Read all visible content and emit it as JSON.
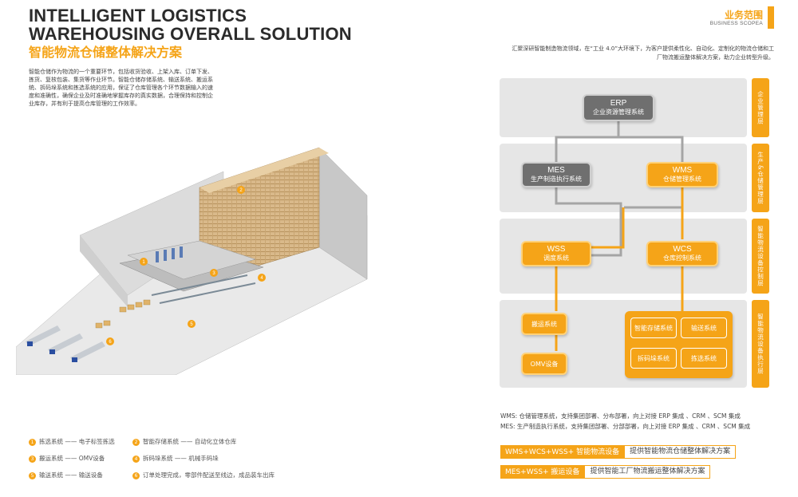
{
  "left": {
    "title_en_line1": "INTELLIGENT LOGISTICS",
    "title_en_line2": "WAREHOUSING OVERALL SOLUTION",
    "title_cn": "智能物流仓储整体解决方案",
    "intro": "智能仓储作为物流的一个重要环节，包括收货验收、上架入库、订单下发、拣货、复核包装、集货等作业环节。智能仓储存储系统、输送系统、搬运系统、拆码垛系统和拣选系统的应用，保证了仓库管理各个环节数据输入的速度和准确性，确保企业及时准确地掌握库存的真实数据，合理保持和控制企业库存，并有利于提高仓库管理的工作效率。",
    "legend": [
      {
        "num": "1",
        "label": "拣选系统 —— 电子标签拣选"
      },
      {
        "num": "2",
        "label": "智能存储系统 —— 自动化立体仓库"
      },
      {
        "num": "3",
        "label": "搬运系统 —— OMV设备"
      },
      {
        "num": "4",
        "label": "拆码垛系统 —— 机械手码垛"
      },
      {
        "num": "5",
        "label": "输送系统 —— 输送设备"
      },
      {
        "num": "6",
        "label": "订单处理完成，零部件配送至线边，成品装车出库"
      }
    ]
  },
  "right": {
    "scope_title": "业务范围",
    "scope_sub": "BUSINESS SCOPEA",
    "scope_text": "汇聚深研智能制造物流领域，在“工业 4.0”大环境下，为客户提供柔性化、自动化、定制化的物流仓储和工厂物流搬运整体解决方案，助力企业转型升级。",
    "layers": [
      "企业管理层",
      "生产&仓储管理层",
      "智能物流设备控制层",
      "智能物流设备执行层"
    ],
    "nodes": {
      "erp": {
        "name": "ERP",
        "desc": "企业资源管理系统"
      },
      "mes": {
        "name": "MES",
        "desc": "生产制造执行系统"
      },
      "wms": {
        "name": "WMS",
        "desc": "仓储管理系统"
      },
      "wss": {
        "name": "WSS",
        "desc": "调度系统"
      },
      "wcs": {
        "name": "WCS",
        "desc": "仓库控制系统"
      },
      "transport": "搬运系统",
      "omv": "OMV设备",
      "storage": "智能存储系统",
      "conveyor": "输送系统",
      "palletize": "拆码垛系统",
      "picking": "拣选系统"
    },
    "def_wms": "WMS: 仓储管理系统，支持集团部署、分布部署，向上对接 ERP 集成 、CRM 、SCM 集成",
    "def_mes": "MES: 生产制造执行系统，支持集团部署、分部部署，向上对接 ERP 集成 、CRM 、SCM 集成",
    "formula1_left": "WMS+WCS+WSS+ 智能物流设备",
    "formula1_right": "提供智能物流仓储整体解决方案",
    "formula2_left": "MES+WSS+ 搬运设备",
    "formula2_right": "提供智能工厂物流搬运整体解决方案"
  },
  "colors": {
    "accent": "#f5a418",
    "gray_node": "#6f6f6f",
    "layer_bg": "#e6e6e6"
  },
  "illustration": {
    "markers": [
      "1",
      "2",
      "3",
      "4",
      "5",
      "6"
    ]
  }
}
